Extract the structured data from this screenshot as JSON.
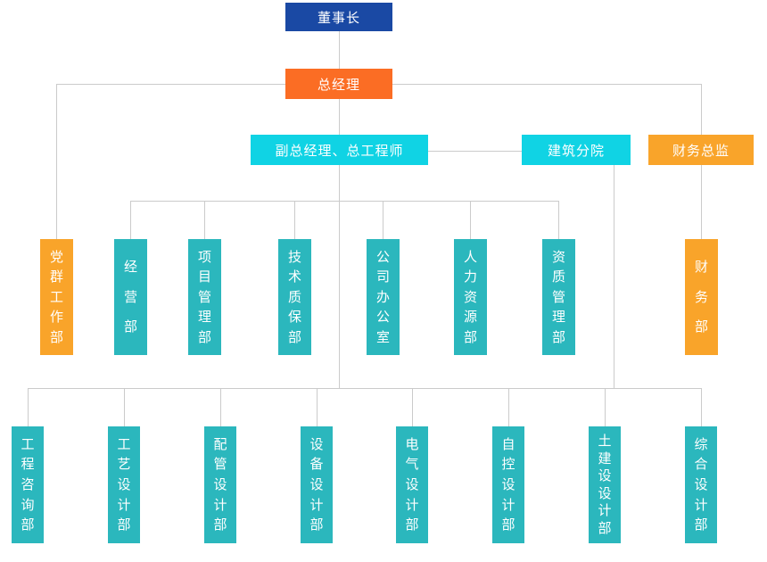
{
  "colors": {
    "chairman_blue": "#1a49a4",
    "primary_orange": "#fb6d24",
    "secondary_orange": "#f9a42a",
    "cyan": "#10d3e4",
    "teal": "#2bb7bd",
    "connector": "#cbcbcb",
    "text": "#ffffff"
  },
  "org": {
    "chairman": {
      "label": "董事长"
    },
    "general_manager": {
      "label": "总经理"
    },
    "executives": {
      "deputy_gm_chief_engineer": {
        "label": "副总经理、总工程师"
      },
      "architecture_branch": {
        "label": "建筑分院"
      },
      "finance_director": {
        "label": "财务总监"
      }
    },
    "departments": [
      {
        "label": "党群工作部"
      },
      {
        "label": "经营部"
      },
      {
        "label": "项目管理部"
      },
      {
        "label": "技术质保部"
      },
      {
        "label": "公司办公室"
      },
      {
        "label": "人力资源部"
      },
      {
        "label": "资质管理部"
      },
      {
        "label": "财务部"
      }
    ],
    "design_departments": [
      {
        "label": "工程咨询部"
      },
      {
        "label": "工艺设计部"
      },
      {
        "label": "配管设计部"
      },
      {
        "label": "设备设计部"
      },
      {
        "label": "电气设计部"
      },
      {
        "label": "自控设计部"
      },
      {
        "label": "土建设设计部"
      },
      {
        "label": "综合设计部"
      }
    ]
  }
}
